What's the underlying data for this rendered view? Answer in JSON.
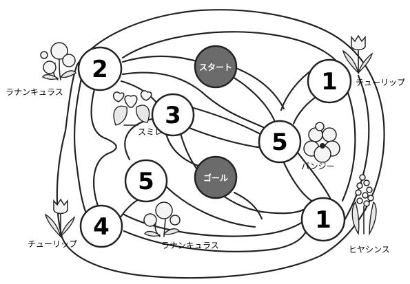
{
  "maze": {
    "nodes": [
      {
        "id": "n2",
        "label": "2"
      },
      {
        "id": "n3",
        "label": "3"
      },
      {
        "id": "n5a",
        "label": "5"
      },
      {
        "id": "n5b",
        "label": "5"
      },
      {
        "id": "n4",
        "label": "4"
      },
      {
        "id": "n1a",
        "label": "1"
      },
      {
        "id": "n1b",
        "label": "1"
      }
    ],
    "start": "スタート",
    "goal": "ゴール"
  },
  "flowers": {
    "ranunculus_top": "ラナンキュラス",
    "sumire": "スミレ",
    "tulip_right": "チューリップ",
    "pansy": "パンジー",
    "hyacinth": "ヒヤシンス",
    "tulip_left": "チューリップ",
    "ranunculus_bottom": "ラナンキュラス"
  },
  "colors": {
    "special_node": "#6b6b6b",
    "node_fill": "#ffffff",
    "line": "#222222"
  }
}
